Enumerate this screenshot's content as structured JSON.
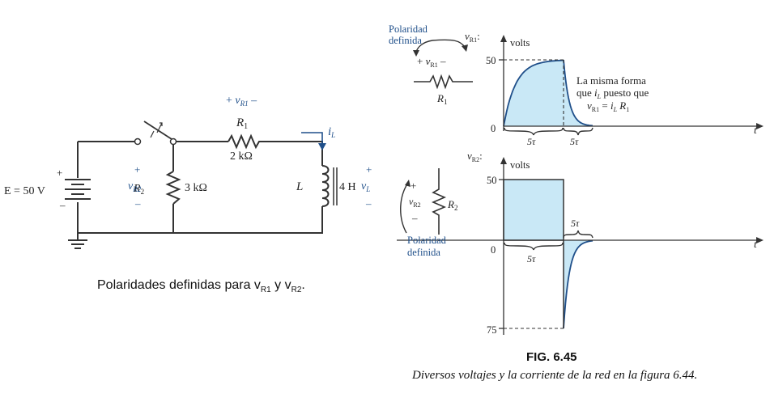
{
  "circuit": {
    "source_label": "E = 50 V",
    "source_plus": "+",
    "source_minus": "–",
    "vr1_plus": "+",
    "vr1_sym": "v",
    "vr1_sub": "R1",
    "vr1_minus": "–",
    "r1_name": "R",
    "r1_sub": "1",
    "r1_value": "2 kΩ",
    "vr2_plus": "+",
    "vr2_sym": "v",
    "vr2_sub": "R2",
    "vr2_minus": "–",
    "r2_name": "R",
    "r2_sub": "2",
    "r2_value": "3 kΩ",
    "il_sym": "i",
    "il_sub": "L",
    "inductor_name": "L",
    "inductor_value": "4 H",
    "vl_plus": "+",
    "vl_sym": "v",
    "vl_sub": "L",
    "vl_minus": "–"
  },
  "caption_left": {
    "prefix": "Polaridades definidas para v",
    "sub1": "R1",
    "middle": " y  v",
    "sub2": "R2",
    "suffix": "."
  },
  "graph_top": {
    "polarity_line1": "Polaridad",
    "polarity_line2": "definida",
    "legend_plus": "+",
    "legend_sym": "v",
    "legend_sub": "R1",
    "legend_minus": "–",
    "resistor_name": "R",
    "resistor_sub": "1",
    "y_sym": "v",
    "y_sub": "R1",
    "y_colon": ":",
    "y_unit": "volts",
    "tick_50": "50",
    "tick_0": "0",
    "t_label": "t",
    "tau_label_1": "5τ",
    "tau_label_2": "5τ",
    "note_line1": "La misma forma",
    "note_line2_a": "que ",
    "note_line2_i": "i",
    "note_line2_sub": "L",
    "note_line2_b": " puesto que",
    "note_line3_v": "v",
    "note_line3_sub": "R1",
    "note_line3_eq": " = ",
    "note_line3_i": "i",
    "note_line3_isub": "L",
    "note_line3_r": " R",
    "note_line3_rsub": "1"
  },
  "graph_bottom": {
    "y_sym": "v",
    "y_sub": "R2",
    "y_colon": ":",
    "y_unit": "volts",
    "tick_50": "50",
    "tick_0": "0",
    "tick_75": "75",
    "t_label": "t",
    "tau_label_1": "5τ",
    "tau_label_2": "5τ",
    "legend_plus": "+",
    "legend_sym": "v",
    "legend_sub": "R2",
    "legend_minus": "–",
    "resistor_name": "R",
    "resistor_sub": "2",
    "polarity_line1": "Polaridad",
    "polarity_line2": "definida"
  },
  "figure": {
    "title": "FIG. 6.45",
    "caption": "Diversos voltajes y la corriente de la red en la figura 6.44."
  },
  "colors": {
    "fill": "#c9e8f6",
    "curve": "#1f4f8a",
    "label_blue": "#1f4f8a"
  }
}
